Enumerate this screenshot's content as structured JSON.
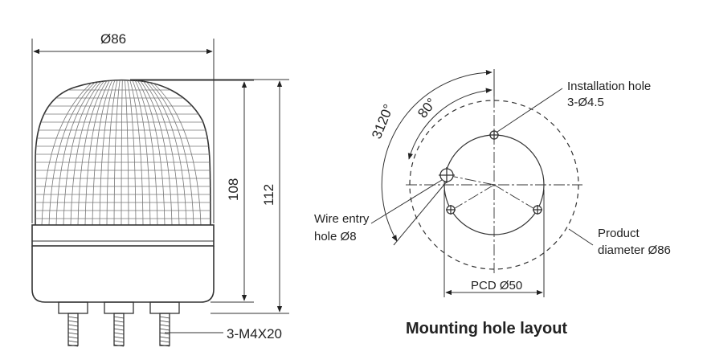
{
  "side_view": {
    "diameter_label": "Ø86",
    "height_108_label": "108",
    "height_112_label": "112",
    "bolt_label": "3-M4X20"
  },
  "layout_view": {
    "installation_hole_line1": "Installation hole",
    "installation_hole_line2": "3-Ø4.5",
    "angle_120_label": "3120°",
    "angle_80_label": "80°",
    "wire_entry_line1": "Wire entry",
    "wire_entry_line2": "hole Ø8",
    "product_diameter_line1": "Product",
    "product_diameter_line2": "diameter Ø86",
    "pcd_label": "PCD Ø50",
    "caption": "Mounting hole layout"
  }
}
